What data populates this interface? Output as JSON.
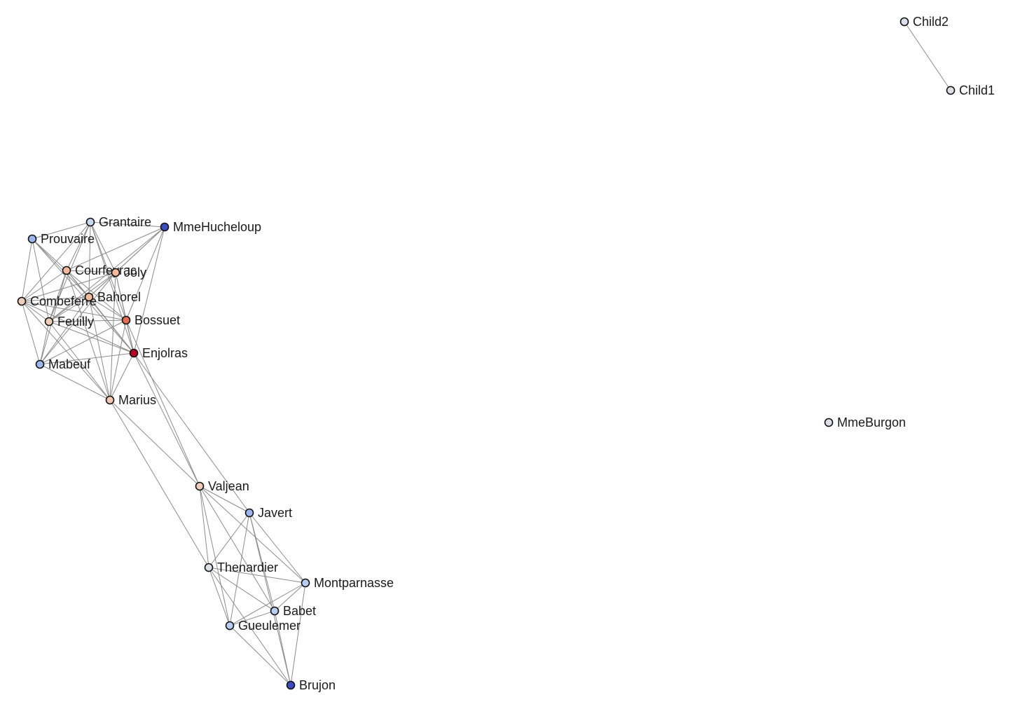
{
  "graph": {
    "nodes": [
      {
        "id": "Child2",
        "label": "Child2",
        "color": "#dadfe8"
      },
      {
        "id": "Child1",
        "label": "Child1",
        "color": "#dadfe8"
      },
      {
        "id": "Grantaire",
        "label": "Grantaire",
        "color": "#c8d8f0"
      },
      {
        "id": "MmeHucheloup",
        "label": "MmeHucheloup",
        "color": "#3b4cc0"
      },
      {
        "id": "Prouvaire",
        "label": "Prouvaire",
        "color": "#9db6ee"
      },
      {
        "id": "Courfeyrac",
        "label": "Courfeyrac",
        "color": "#f4b89c"
      },
      {
        "id": "Joly",
        "label": "Joly",
        "color": "#f4b89c"
      },
      {
        "id": "Combeferre",
        "label": "Combeferre",
        "color": "#efcdb9"
      },
      {
        "id": "Bahorel",
        "label": "Bahorel",
        "color": "#f4b89c"
      },
      {
        "id": "Feuilly",
        "label": "Feuilly",
        "color": "#efcdb9"
      },
      {
        "id": "Bossuet",
        "label": "Bossuet",
        "color": "#e36d55"
      },
      {
        "id": "Enjolras",
        "label": "Enjolras",
        "color": "#b40426"
      },
      {
        "id": "Mabeuf",
        "label": "Mabeuf",
        "color": "#9db6ee"
      },
      {
        "id": "Marius",
        "label": "Marius",
        "color": "#f4c6b0"
      },
      {
        "id": "MmeBurgon",
        "label": "MmeBurgon",
        "color": "#dadfe8"
      },
      {
        "id": "Valjean",
        "label": "Valjean",
        "color": "#efcdb9"
      },
      {
        "id": "Javert",
        "label": "Javert",
        "color": "#9db6ee"
      },
      {
        "id": "Thenardier",
        "label": "Thenardier",
        "color": "#dadfe8"
      },
      {
        "id": "Montparnasse",
        "label": "Montparnasse",
        "color": "#b7cdf2"
      },
      {
        "id": "Babet",
        "label": "Babet",
        "color": "#b7cdf2"
      },
      {
        "id": "Gueulemer",
        "label": "Gueulemer",
        "color": "#b7cdf2"
      },
      {
        "id": "Brujon",
        "label": "Brujon",
        "color": "#3b4cc0"
      }
    ],
    "edges": [
      [
        "Child2",
        "Child1"
      ],
      [
        "Grantaire",
        "Prouvaire"
      ],
      [
        "Grantaire",
        "MmeHucheloup"
      ],
      [
        "Grantaire",
        "Courfeyrac"
      ],
      [
        "Grantaire",
        "Joly"
      ],
      [
        "Grantaire",
        "Combeferre"
      ],
      [
        "Grantaire",
        "Bahorel"
      ],
      [
        "Grantaire",
        "Feuilly"
      ],
      [
        "Grantaire",
        "Bossuet"
      ],
      [
        "Grantaire",
        "Enjolras"
      ],
      [
        "MmeHucheloup",
        "Courfeyrac"
      ],
      [
        "MmeHucheloup",
        "Joly"
      ],
      [
        "MmeHucheloup",
        "Bahorel"
      ],
      [
        "MmeHucheloup",
        "Bossuet"
      ],
      [
        "MmeHucheloup",
        "Enjolras"
      ],
      [
        "MmeHucheloup",
        "Feuilly"
      ],
      [
        "Prouvaire",
        "Courfeyrac"
      ],
      [
        "Prouvaire",
        "Combeferre"
      ],
      [
        "Prouvaire",
        "Feuilly"
      ],
      [
        "Prouvaire",
        "Enjolras"
      ],
      [
        "Prouvaire",
        "Bahorel"
      ],
      [
        "Courfeyrac",
        "Joly"
      ],
      [
        "Courfeyrac",
        "Combeferre"
      ],
      [
        "Courfeyrac",
        "Bahorel"
      ],
      [
        "Courfeyrac",
        "Feuilly"
      ],
      [
        "Courfeyrac",
        "Bossuet"
      ],
      [
        "Courfeyrac",
        "Enjolras"
      ],
      [
        "Courfeyrac",
        "Mabeuf"
      ],
      [
        "Courfeyrac",
        "Marius"
      ],
      [
        "Joly",
        "Combeferre"
      ],
      [
        "Joly",
        "Bahorel"
      ],
      [
        "Joly",
        "Feuilly"
      ],
      [
        "Joly",
        "Bossuet"
      ],
      [
        "Joly",
        "Enjolras"
      ],
      [
        "Joly",
        "Mabeuf"
      ],
      [
        "Joly",
        "Marius"
      ],
      [
        "Combeferre",
        "Bahorel"
      ],
      [
        "Combeferre",
        "Feuilly"
      ],
      [
        "Combeferre",
        "Bossuet"
      ],
      [
        "Combeferre",
        "Enjolras"
      ],
      [
        "Combeferre",
        "Mabeuf"
      ],
      [
        "Combeferre",
        "Marius"
      ],
      [
        "Bahorel",
        "Feuilly"
      ],
      [
        "Bahorel",
        "Bossuet"
      ],
      [
        "Bahorel",
        "Enjolras"
      ],
      [
        "Bahorel",
        "Mabeuf"
      ],
      [
        "Bahorel",
        "Marius"
      ],
      [
        "Feuilly",
        "Bossuet"
      ],
      [
        "Feuilly",
        "Enjolras"
      ],
      [
        "Feuilly",
        "Mabeuf"
      ],
      [
        "Feuilly",
        "Marius"
      ],
      [
        "Bossuet",
        "Enjolras"
      ],
      [
        "Bossuet",
        "Mabeuf"
      ],
      [
        "Bossuet",
        "Marius"
      ],
      [
        "Bossuet",
        "Valjean"
      ],
      [
        "Enjolras",
        "Mabeuf"
      ],
      [
        "Enjolras",
        "Marius"
      ],
      [
        "Enjolras",
        "Valjean"
      ],
      [
        "Enjolras",
        "Javert"
      ],
      [
        "Mabeuf",
        "Marius"
      ],
      [
        "Marius",
        "Valjean"
      ],
      [
        "Marius",
        "Thenardier"
      ],
      [
        "Valjean",
        "Javert"
      ],
      [
        "Valjean",
        "Thenardier"
      ],
      [
        "Valjean",
        "Montparnasse"
      ],
      [
        "Valjean",
        "Babet"
      ],
      [
        "Valjean",
        "Gueulemer"
      ],
      [
        "Javert",
        "Thenardier"
      ],
      [
        "Javert",
        "Montparnasse"
      ],
      [
        "Javert",
        "Babet"
      ],
      [
        "Javert",
        "Gueulemer"
      ],
      [
        "Javert",
        "Brujon"
      ],
      [
        "Thenardier",
        "Montparnasse"
      ],
      [
        "Thenardier",
        "Babet"
      ],
      [
        "Thenardier",
        "Gueulemer"
      ],
      [
        "Thenardier",
        "Brujon"
      ],
      [
        "Montparnasse",
        "Babet"
      ],
      [
        "Montparnasse",
        "Gueulemer"
      ],
      [
        "Montparnasse",
        "Brujon"
      ],
      [
        "Babet",
        "Gueulemer"
      ],
      [
        "Babet",
        "Brujon"
      ],
      [
        "Gueulemer",
        "Brujon"
      ]
    ]
  }
}
